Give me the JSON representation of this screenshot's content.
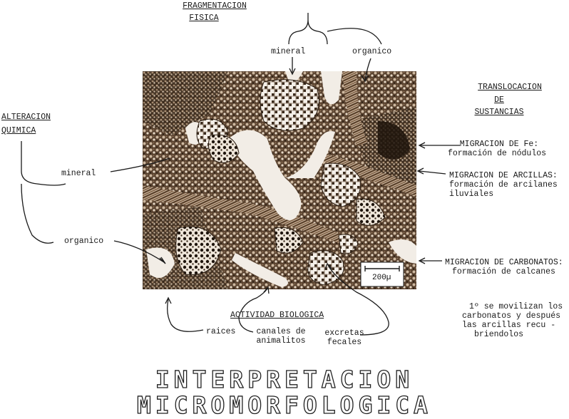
{
  "top": {
    "title_line1": "FRAGMENTACION",
    "title_line2": "FISICA",
    "mineral": "mineral",
    "organico": "organico"
  },
  "left": {
    "title_line1": "ALTERACION",
    "title_line2": "QUIMICA",
    "mineral": "mineral",
    "organico": "organico"
  },
  "right": {
    "title_line1": "TRANSLOCACION",
    "title_line2": "DE",
    "title_line3": "SUSTANCIAS",
    "fe_line1": "MIGRACION DE Fe:",
    "fe_line2": "formación de nódulos",
    "arcillas_line1": "MIGRACION DE ARCILLAS:",
    "arcillas_line2": "formación de arcilanes",
    "arcillas_line3": "iluviales",
    "carbonatos_line1": "MIGRACION DE CARBONATOS:",
    "carbonatos_line2": "formación de calcanes",
    "note_line1": "1º se movilizan los",
    "note_line2": "carbonatos y después",
    "note_line3": "las arcillas recu -",
    "note_line4": "briendolos"
  },
  "bottom": {
    "title": "ACTIVIDAD BIOLOGICA",
    "raices": "raices",
    "canales_line1": "canales de",
    "canales_line2": "animalitos",
    "excretas_line1": "excretas",
    "excretas_line2": "fecales"
  },
  "micrograph": {
    "scale_label": "200µ"
  },
  "main_title": "INTERPRETACION MICROMORFOLOGICA",
  "colors": {
    "ink": "#1a1a1a",
    "micrograph_dark": "#3a2a1c",
    "micrograph_mid": "#8a6a4e",
    "micrograph_light": "#f2ede6"
  }
}
